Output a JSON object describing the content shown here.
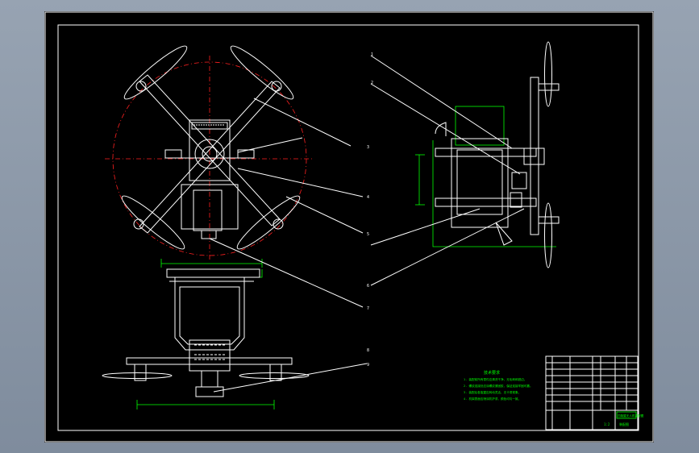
{
  "drawing": {
    "balloons": [
      "1",
      "2",
      "3",
      "4",
      "5",
      "6",
      "7",
      "8",
      "9"
    ],
    "notes_title": "技术要求",
    "notes": [
      "1. 装配前所有零件应清洗干净，无毛刺和锐边。",
      "2. 螺纹连接处应涂螺纹紧固胶，保证连接牢固可靠。",
      "3. 装配后各旋翼应转动灵活，无卡滞现象。",
      "4. 机架表面应喷涂防护漆，颜色均匀一致。"
    ],
    "title_block": {
      "drawing_name": "四旋翼无人机装配图",
      "scale": "1:2",
      "sheet_label": "装配图"
    }
  },
  "colors": {
    "background": "#000000",
    "outline": "#ffffff",
    "dimension": "#00ff00",
    "centerline": "#ff2020"
  }
}
